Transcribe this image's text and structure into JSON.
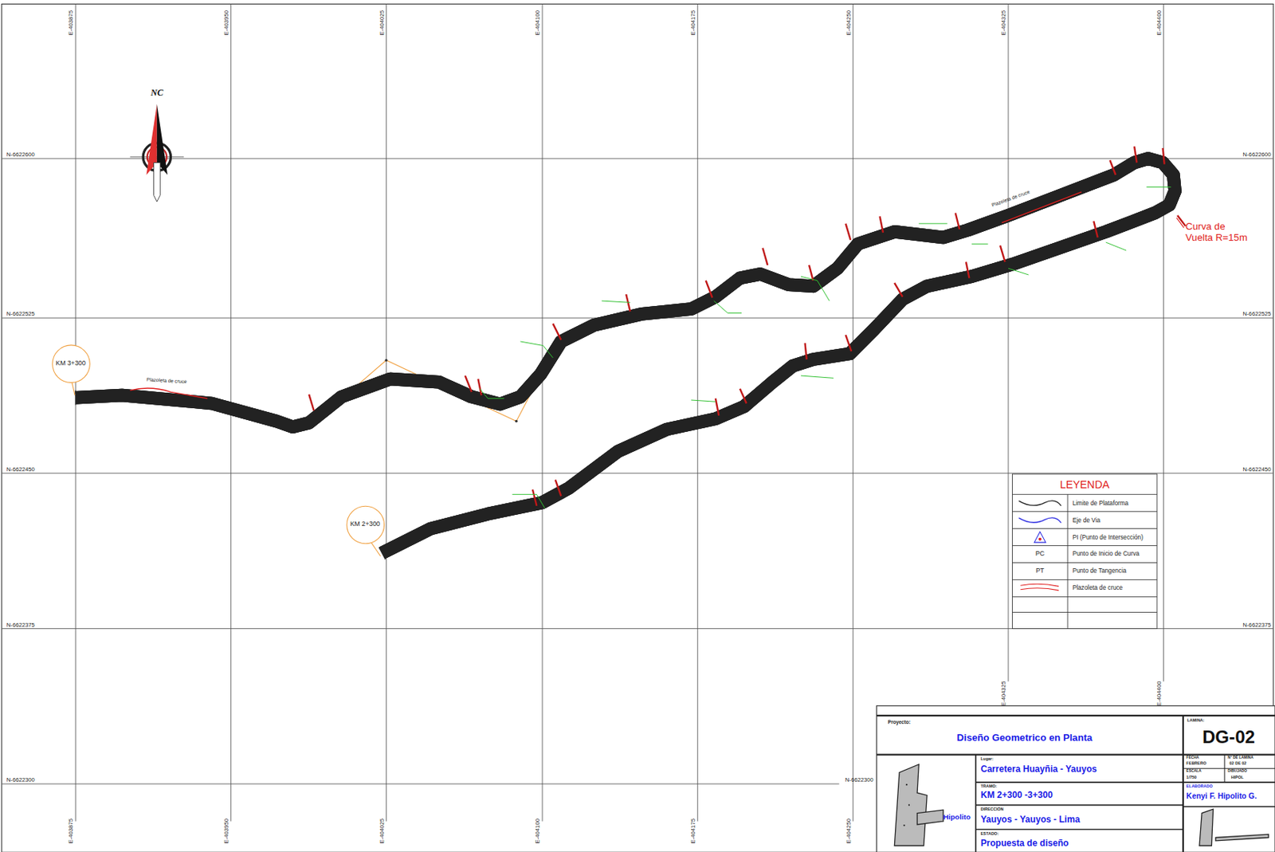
{
  "diagram": {
    "title": "Diseño Geometrico en Planta",
    "nodes": [
      {
        "text": [
          "KM 3+300"
        ]
      },
      {
        "text": [
          "KM 2+300"
        ]
      }
    ],
    "labels": [
      "NC",
      "E-403875",
      "E-403950",
      "E-404025",
      "E-404100",
      "E-404175",
      "E-404250",
      "E-404325",
      "E-404400",
      "N-6622600",
      "N-6622525",
      "N-6622450",
      "N-6622375",
      "N-6622300",
      "N-6622600",
      "N-6622525",
      "N-6622450",
      "N-6622375",
      "N-6622300",
      "E-404325",
      "E-404400",
      "E-403875",
      "E-403950",
      "E-404025",
      "E-404100",
      "E-404175",
      "E-404250",
      "Plazoleta de cruce",
      "Plazoleta de cruce",
      "Curva de Vuelta R=15m",
      "LEYENDA",
      "PC",
      "PT",
      "Proyecto:",
      "LAMINA:",
      "DG-02",
      "Lugar:",
      "Carretera Huayñia - Yauyos",
      "TRAMO:",
      "KM 2+300 -3+300",
      "DIRECCIÓN",
      "Yauyos - Yauyos - Lima",
      "ESTADO:",
      "Propuesta de diseño",
      "FECHA",
      "FEBRERO",
      "N° DE LAMINA",
      "02 DE 02",
      "ESCALA",
      "1/750",
      "DIBUJADO",
      "HIPOL",
      "ELABORADO",
      "Kenyi F. Hipolito G.",
      "Hipolito"
    ],
    "legend": [
      {
        "text": "Limite de Plataforma"
      },
      {
        "text": "Eje de Via"
      },
      {
        "text": "PI (Punto de Intersección)"
      },
      {
        "text": "Punto de Inicio de Curva"
      },
      {
        "text": "Punto de Tangencia"
      },
      {
        "text": "Plazoleta de cruce"
      }
    ]
  }
}
